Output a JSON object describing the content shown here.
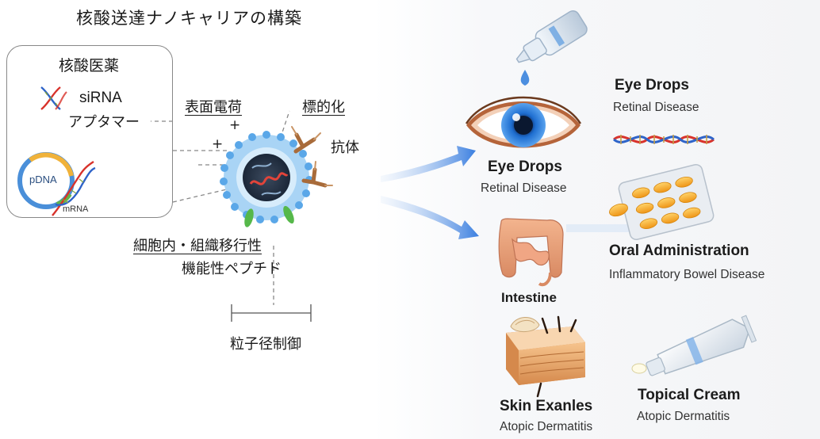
{
  "left": {
    "title": "核酸送達ナノキャリアの構築",
    "panel": {
      "heading": "核酸医薬",
      "sirna": "siRNA",
      "aptamer": "アプタマー",
      "pdna": "pDNA",
      "mrna": "mRNA"
    },
    "surface_charge": "表面電荷",
    "plus_sign": "+",
    "targeting": "標的化",
    "antibody": "抗体",
    "penetration": "細胞内・組織移行性",
    "peptide": "機能性ペプチド",
    "size_control": "粒子径制御"
  },
  "right": {
    "eye_center": {
      "title": "Eye Drops",
      "subtitle": "Retinal Disease"
    },
    "eye_right": {
      "title": "Eye Drops",
      "subtitle": "Retinal Disease"
    },
    "intestine": {
      "title": "Intestine"
    },
    "oral": {
      "title": "Oral Administration",
      "subtitle": "Inflammatory Bowel Disease"
    },
    "skin": {
      "title": "Skin Exanles",
      "subtitle": "Atopic Dermatitis"
    },
    "topical": {
      "title": "Topical Cream",
      "subtitle": "Atopic Dermatitis"
    }
  },
  "colors": {
    "arrow_blue": "#3b7fe0",
    "iris_blue": "#1f6fd1",
    "dna_red": "#d8322b",
    "dna_blue": "#2e63c8",
    "pill_orange": "#f3a521",
    "antibody_brown": "#a86b3a",
    "peptide_green": "#56b84a"
  },
  "icons": [
    "dna-icon",
    "plasmid-icon",
    "nanoparticle-icon",
    "antibody-icon",
    "eye-dropper-icon",
    "eye-icon",
    "intestine-icon",
    "pill-pack-icon",
    "skin-icon",
    "cream-tube-icon"
  ]
}
